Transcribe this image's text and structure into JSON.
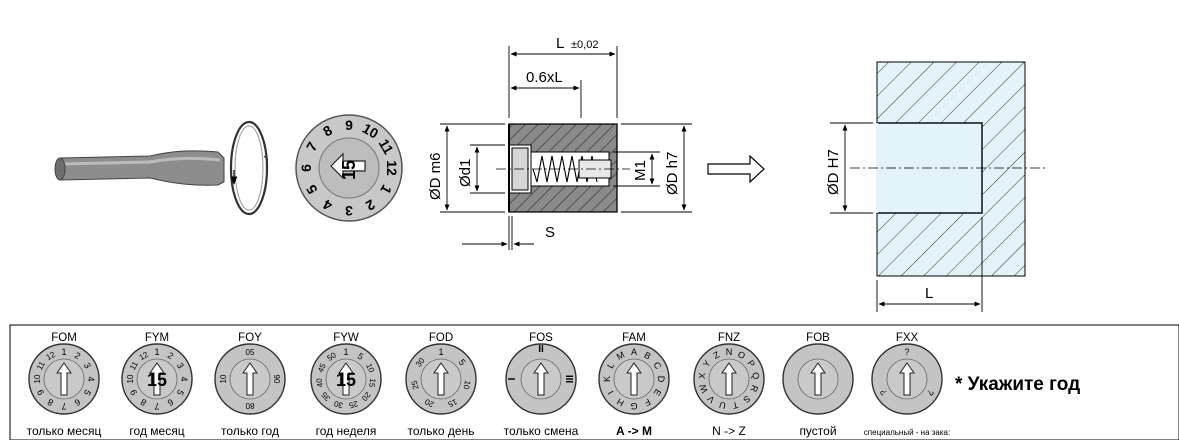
{
  "drawing": {
    "dim_L_tol": "L",
    "dim_L_tol_sup": "±0,02",
    "dim_06xL": "0.6xL",
    "dim_Dm6": "ØD m6",
    "dim_d1": "Ød1",
    "dim_M1": "M1",
    "dim_Dh7": "ØD h7",
    "dim_S": "S",
    "dim_DH7": "ØD H7",
    "dim_L_hole": "L",
    "sample_dial_numbers": [
      "10",
      "11",
      "12",
      "1",
      "2",
      "3",
      "4",
      "5",
      "6",
      "7",
      "8",
      "9"
    ],
    "sample_dial_year": "15"
  },
  "legend": {
    "note": "* Укажите год",
    "items": [
      {
        "code": "FOM",
        "caption": "только месяц",
        "bold": false
      },
      {
        "code": "FYM",
        "caption": "год месяц",
        "bold": false
      },
      {
        "code": "FOY",
        "caption": "только год",
        "bold": false
      },
      {
        "code": "FYW",
        "caption": "год неделя",
        "bold": false
      },
      {
        "code": "FOD",
        "caption": "только день",
        "bold": false
      },
      {
        "code": "FOS",
        "caption": "только смена",
        "bold": false
      },
      {
        "code": "FAM",
        "caption": "A -> M",
        "bold": true
      },
      {
        "code": "FNZ",
        "caption": "N -> Z",
        "bold": false
      },
      {
        "code": "FOB",
        "caption": "пустой",
        "bold": false
      },
      {
        "code": "FXX",
        "caption": "специальный - на зака:",
        "bold": false
      }
    ],
    "dial_labels": {
      "FOM": [
        "1",
        "2",
        "3",
        "4",
        "5",
        "6",
        "7",
        "8",
        "9",
        "10",
        "11",
        "12"
      ],
      "FYM": [
        "1",
        "2",
        "3",
        "4",
        "5",
        "6",
        "7",
        "8",
        "9",
        "10",
        "11",
        "12"
      ],
      "FYM_year": "15",
      "FOY": [
        "05",
        "90",
        "80",
        "10"
      ],
      "FYW": [
        "1",
        "5",
        "10",
        "15",
        "20",
        "25",
        "30",
        "35",
        "40",
        "45",
        "50"
      ],
      "FYW_year": "15",
      "FOD": [
        "1",
        "5",
        "10",
        "15",
        "20",
        "25",
        "30"
      ],
      "FOS_marks": [
        "II",
        "I",
        "III"
      ],
      "FAM": [
        "A",
        "B",
        "C",
        "D",
        "E",
        "F",
        "G",
        "H",
        "I",
        "K",
        "L",
        "M"
      ],
      "FNZ": [
        "N",
        "O",
        "P",
        "Q",
        "R",
        "S",
        "T",
        "U",
        "V",
        "W",
        "X",
        "Y",
        "Z"
      ],
      "FXX": [
        "?",
        "?",
        "?"
      ]
    }
  }
}
